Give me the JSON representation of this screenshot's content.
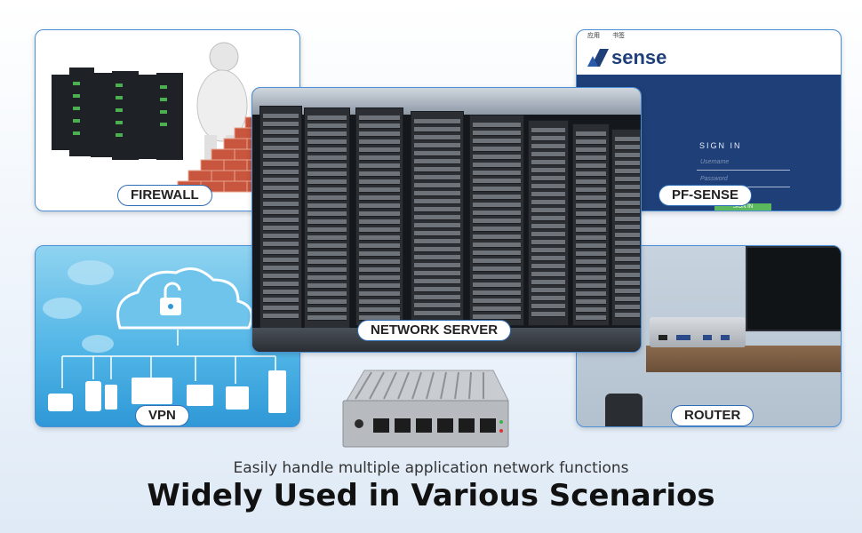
{
  "cards": {
    "firewall": {
      "label": "FIREWALL"
    },
    "pfsense": {
      "label": "PF-SENSE",
      "browser_tabs": [
        "应用",
        "书签"
      ],
      "logo_text": "sense",
      "sign_in_title": "SIGN IN",
      "username_placeholder": "Username",
      "password_placeholder": "Password",
      "sign_in_button": "SIGN IN"
    },
    "network_server": {
      "label": "NETWORK SERVER"
    },
    "vpn": {
      "label": "VPN"
    },
    "router": {
      "label": "ROUTER"
    }
  },
  "subtitle": "Easily handle multiple application network functions",
  "headline": "Widely Used in Various Scenarios",
  "colors": {
    "accent": "#2f6db5",
    "pfsense_bg": "#1f3f78",
    "signin_green": "#5bb85c"
  }
}
